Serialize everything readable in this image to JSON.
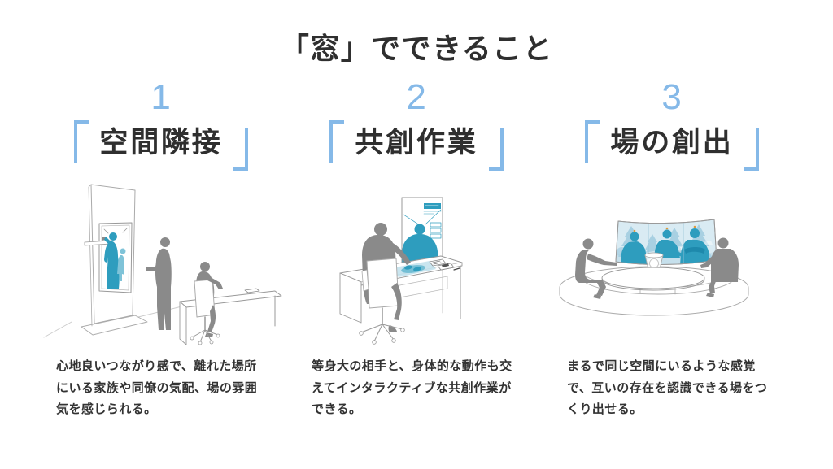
{
  "title": "「窓」でできること",
  "accent_color": "#85B9E8",
  "text_color": "#333333",
  "illustration_colors": {
    "figure_gray": "#8A8A8A",
    "figure_blue": "#2E9DBE",
    "figure_blue_light": "#7FC3D8",
    "screen_bg": "#D9EBF3",
    "tree_blue": "#A8D0E2",
    "outline": "#AAAAAA"
  },
  "columns": [
    {
      "number": "1",
      "heading": "空間隣接",
      "description": "心地良いつながり感で、離れた場所にいる家族や同僚の気配、場の雰囲気を感じられる。",
      "illustration": "vertical-window-display-between-rooms"
    },
    {
      "number": "2",
      "heading": "共創作業",
      "description": "等身大の相手と、身体的な動作も交えてインタラクティブな共創作業ができる。",
      "illustration": "desk-lifesize-screen-collaboration"
    },
    {
      "number": "3",
      "heading": "場の創出",
      "description": "まるで同じ空間にいるような感覚で、互いの存在を認識できる場をつくり出せる。",
      "illustration": "round-table-shared-space"
    }
  ]
}
